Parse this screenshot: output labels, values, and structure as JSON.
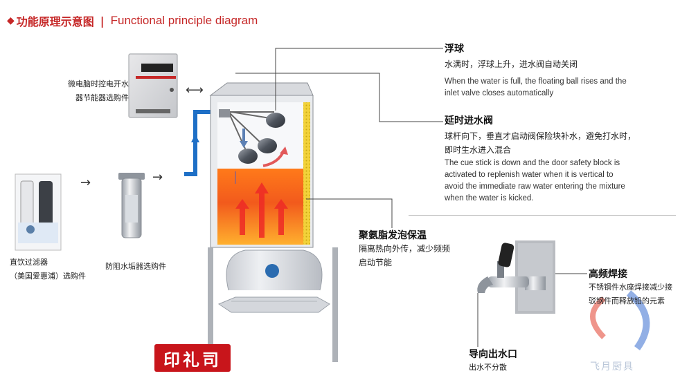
{
  "header": {
    "marker": "◆",
    "title_cn": "功能原理示意图",
    "separator": "|",
    "title_en": "Functional principle diagram"
  },
  "left": {
    "controller_caption_line1": "微电脑时控电开水",
    "controller_caption_line2": "器节能器选购件",
    "filter_caption_line1": "直饮过滤器",
    "filter_caption_line2": "（美国爱惠浦）选购件",
    "scale_caption": "防阻水垢器选购件",
    "arrow_right": "→",
    "arrow_both": "⟷"
  },
  "float_ball": {
    "title": "浮球",
    "desc_cn": "水满时，浮球上升，进水阀自动关闭",
    "desc_en_line1": "When the water is full, the floating ball rises and the",
    "desc_en_line2": "inlet valve closes automatically"
  },
  "delay_valve": {
    "title": "延时进水阀",
    "desc_cn_line1": "球杆向下，垂直才启动阀保险块补水，避免打水时，",
    "desc_cn_line2": "即时生水进入混合",
    "desc_en_line1": "The cue stick is down and the door safety block is",
    "desc_en_line2": "activated to replenish water when it is vertical to",
    "desc_en_line3": "avoid the immediate raw water entering the mixture",
    "desc_en_line4": "when the water is kicked."
  },
  "insulation": {
    "title": "聚氨脂发泡保温",
    "desc_line1": "隔离热向外传，减少频频",
    "desc_line2": "启动节能"
  },
  "welding": {
    "title": "高频焊接",
    "desc_line1": "不锈钢件水座焊接减少接",
    "desc_line2": "驳钢件而释放铅的元素"
  },
  "outlet": {
    "title": "导向出水口",
    "desc": "出水不分散"
  },
  "logo_text": "印礼司",
  "watermark_text": "飞月厨具",
  "colors": {
    "accent_red": "#c62828",
    "water_orange": "#ee5a1e",
    "water_yellow": "#ffa726",
    "inlet_blue": "#1e6fc6",
    "insulation_yellow": "#f2d23a"
  }
}
